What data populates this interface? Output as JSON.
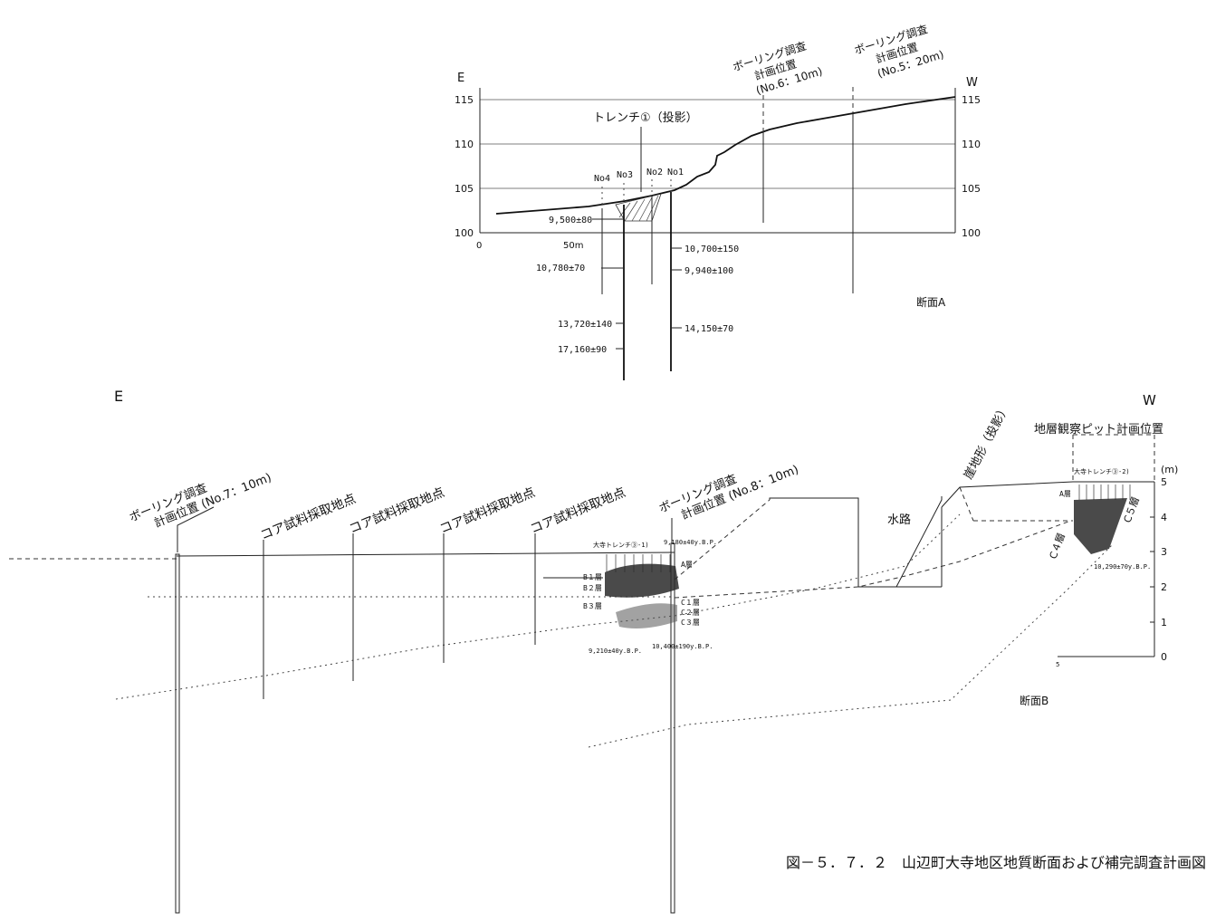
{
  "sectionA": {
    "label_e": "E",
    "label_w": "W",
    "y_ticks": [
      "115",
      "110",
      "105",
      "100"
    ],
    "x_ticks": [
      "0",
      "50m"
    ],
    "trench_label": "トレンチ①（投影）",
    "boring6": {
      "line1": "ボーリング調査",
      "line2": "計画位置",
      "line3": "(No.6：10m)"
    },
    "boring5": {
      "line1": "ボーリング調査",
      "line2": "計画位置",
      "line3": "(No.5：20m)"
    },
    "cores": [
      "No4",
      "No3",
      "No2",
      "No1"
    ],
    "dates": [
      "9,500±80",
      "10,780±70",
      "10,700±150",
      "9,940±100",
      "13,720±140",
      "17,160±90",
      "14,150±70"
    ],
    "caption": "断面A"
  },
  "sectionB": {
    "label_e": "E",
    "label_w": "W",
    "boring7": {
      "line1": "ボーリング調査",
      "line2": "計画位置 (No.7：10m)"
    },
    "core_points": [
      "コア試料採取地点",
      "コア試料採取地点",
      "コア試料採取地点",
      "コア試料採取地点"
    ],
    "boring8": {
      "line1": "ボーリング調査",
      "line2": "計画位置 (No.8：10m)"
    },
    "cliff_label": "崖地形（投影）",
    "waterway": "水路",
    "pit_label": "地層観察ピット計画位置",
    "trench3_1": "大寺トレンチ③-1)",
    "trench3_2": "大寺トレンチ③-2)",
    "layers_left": [
      "B１層",
      "B２層",
      "B３層"
    ],
    "layers_right": [
      "A層",
      "C１層",
      "C２層",
      "C３層"
    ],
    "pit_layers": [
      "A層",
      "C４層",
      "C５層"
    ],
    "dates": [
      "9,180±40y.B.P.",
      "9,210±40y.B.P.",
      "10,400±190y.B.P.",
      "10,290±70y.B.P."
    ],
    "scale_unit": "(m)",
    "scale_ticks": [
      "5",
      "4",
      "3",
      "2",
      "1",
      "0"
    ],
    "scale_bottom": "5",
    "caption": "断面B"
  },
  "figure_caption": "図－５．７．２　山辺町大寺地区地質断面および補完調査計画図"
}
